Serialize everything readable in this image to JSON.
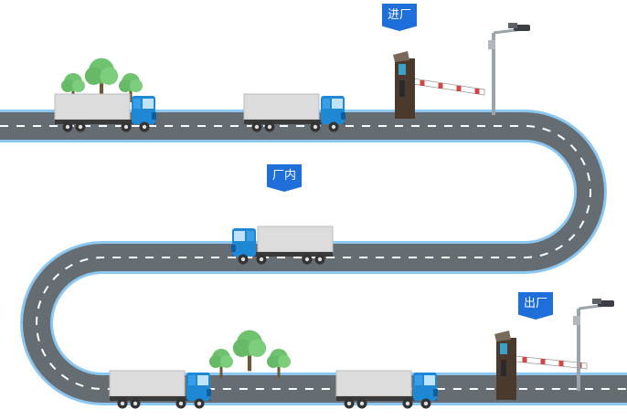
{
  "labels": {
    "entry": "进厂",
    "inside": "厂内",
    "exit": "出厂"
  },
  "colors": {
    "road": "#656d73",
    "road_edge": "#8cc7f2",
    "flag": "#1e6fd9",
    "truck_cab": "#1e88d4",
    "trailer": "#dcdcdc",
    "tree": "#6fc36f",
    "barrier_stripe": "#d64545"
  },
  "icons": [
    "truck-icon",
    "tree-icon",
    "gate-barrier-icon",
    "camera-pole-icon"
  ]
}
